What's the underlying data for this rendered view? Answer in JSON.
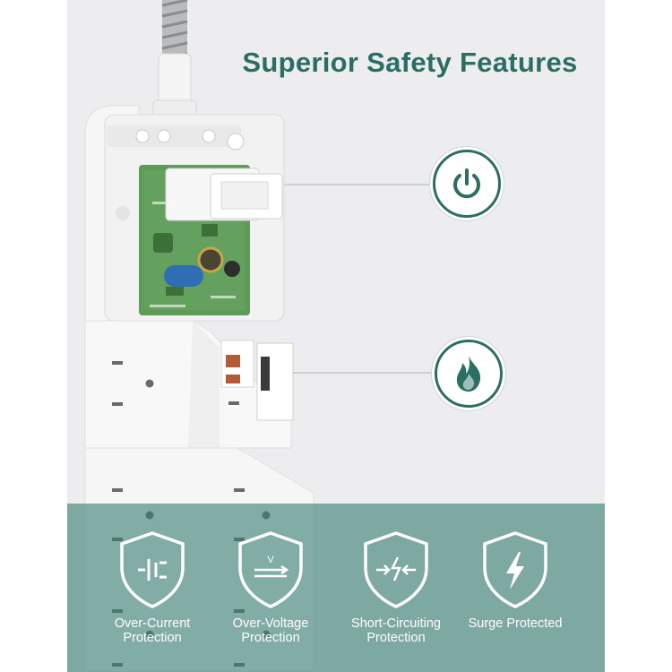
{
  "heading": "Superior Safety Features",
  "features": [
    {
      "icon": "current-protection-icon",
      "line1": "Over-Current",
      "line2": "Protection"
    },
    {
      "icon": "voltage-protection-icon",
      "line1": "Over-Voltage",
      "line2": "Protection"
    },
    {
      "icon": "short-circuit-icon",
      "line1": "Short-Circuiting",
      "line2": "Protection"
    },
    {
      "icon": "lightning-bolt-icon",
      "line1": "Surge Protected",
      "line2": ""
    }
  ],
  "callouts": [
    {
      "icon": "power-icon"
    },
    {
      "icon": "flame-icon"
    }
  ],
  "colors": {
    "accent": "#2b6f62",
    "band": "#5f9990",
    "panel": "#ededef",
    "board": "#5e9a58"
  }
}
